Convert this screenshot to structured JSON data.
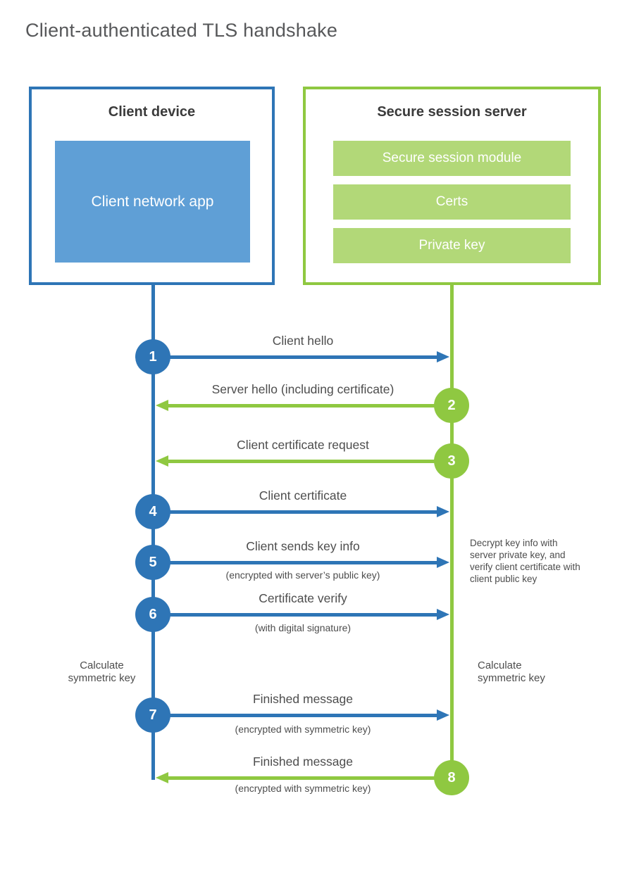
{
  "title": "Client-authenticated TLS handshake",
  "colors": {
    "blue": "#2e75b6",
    "blue-light": "#5f9fd6",
    "green": "#8fc841",
    "green-light": "#b2d878",
    "title-color": "#57585a",
    "heading-color": "#3b3b3b",
    "label-color": "#4d4d4d"
  },
  "client_box": {
    "title": "Client device",
    "module": "Client network app"
  },
  "server_box": {
    "title": "Secure session server",
    "modules": [
      "Secure session module",
      "Certs",
      "Private key"
    ]
  },
  "steps": [
    {
      "number": "1",
      "label": "Client hello",
      "direction": "right",
      "from": "client"
    },
    {
      "number": "2",
      "label": "Server hello (including certificate)",
      "direction": "left",
      "from": "server"
    },
    {
      "number": "3",
      "label": "Client certificate request",
      "direction": "left",
      "from": "server"
    },
    {
      "number": "4",
      "label": "Client certificate",
      "direction": "right",
      "from": "client"
    },
    {
      "number": "5",
      "label": "Client sends key info",
      "sublabel": "(encrypted with server’s public key)",
      "direction": "right",
      "from": "client"
    },
    {
      "number": "6",
      "label": "Certificate verify",
      "sublabel": "(with digital signature)",
      "direction": "right",
      "from": "client"
    },
    {
      "number": "7",
      "label": "Finished message",
      "sublabel": "(encrypted with symmetric key)",
      "direction": "right",
      "from": "client"
    },
    {
      "number": "8",
      "label": "Finished message",
      "sublabel": "(encrypted with symmetric key)",
      "direction": "left",
      "from": "server"
    }
  ],
  "annotations": {
    "decrypt_note": "Decrypt key info with server private key, and verify client certificate with client public key",
    "calculate_left": "Calculate symmetric key",
    "calculate_right": "Calculate symmetric key"
  }
}
